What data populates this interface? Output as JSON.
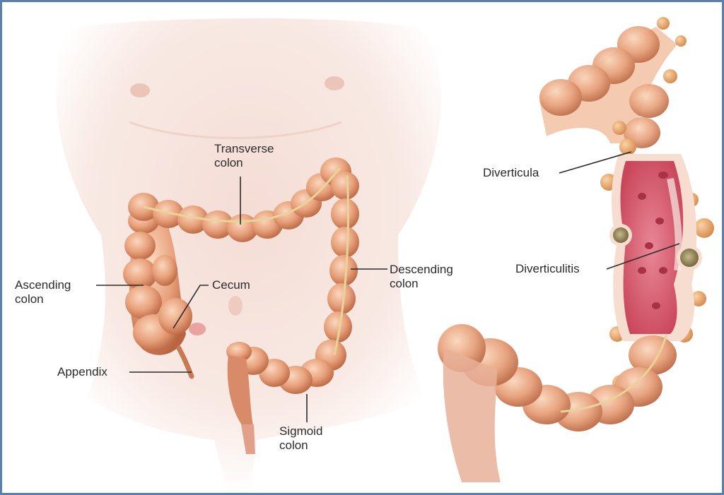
{
  "figure": {
    "border_color": "#5a7fae",
    "background": "#ffffff",
    "panels": [
      {
        "name": "normal-colon-in-torso",
        "labels": [
          {
            "id": "transverse",
            "line1": "Transverse",
            "line2": "colon"
          },
          {
            "id": "ascending",
            "line1": "Ascending",
            "line2": "colon"
          },
          {
            "id": "cecum",
            "line1": "Cecum"
          },
          {
            "id": "descending",
            "line1": "Descending",
            "line2": "colon"
          },
          {
            "id": "appendix",
            "line1": "Appendix"
          },
          {
            "id": "sigmoid",
            "line1": "Sigmoid",
            "line2": "colon"
          }
        ]
      },
      {
        "name": "colon-with-diverticula-cutaway",
        "labels": [
          {
            "id": "diverticula",
            "line1": "Diverticula"
          },
          {
            "id": "diverticulitis",
            "line1": "Diverticulitis"
          }
        ]
      }
    ],
    "colors": {
      "skin": "#f6e3dc",
      "colon": "#e29a72",
      "colon_dark": "#c46e48",
      "mucosa": "#d9566a",
      "diverticulum_core": "#9c8a58",
      "leader_line": "#2b2b2b"
    }
  }
}
